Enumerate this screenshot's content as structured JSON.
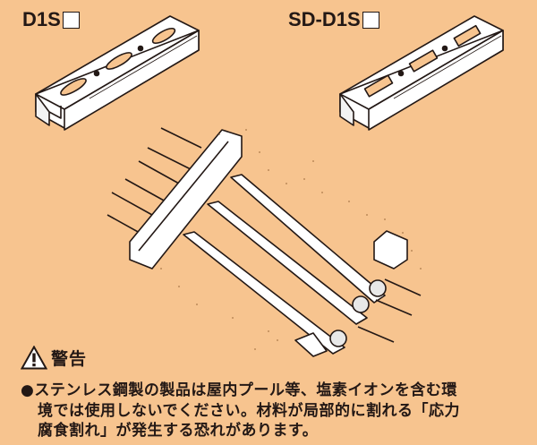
{
  "products": [
    {
      "label": "D1S",
      "placeholder_box": "□",
      "variant": "rounded-slot channel"
    },
    {
      "label": "SD-D1S",
      "placeholder_box": "□",
      "variant": "square-slot channel"
    }
  ],
  "illustration": {
    "description": "Channels mounted with pipes and clamps"
  },
  "warning": {
    "icon": "warning-triangle-icon",
    "title": "警告",
    "bullet": "●",
    "lines": [
      "ステンレス鋼製の製品は屋内プール等、塩素イオンを含む環",
      "境では使用しないでください。材料が局部的に割れる「応力",
      "腐食割れ」が発生する恐れがあります。"
    ]
  },
  "colors": {
    "background": "#F7C48F",
    "ink": "#231815",
    "metal": "#FFFFFF"
  }
}
